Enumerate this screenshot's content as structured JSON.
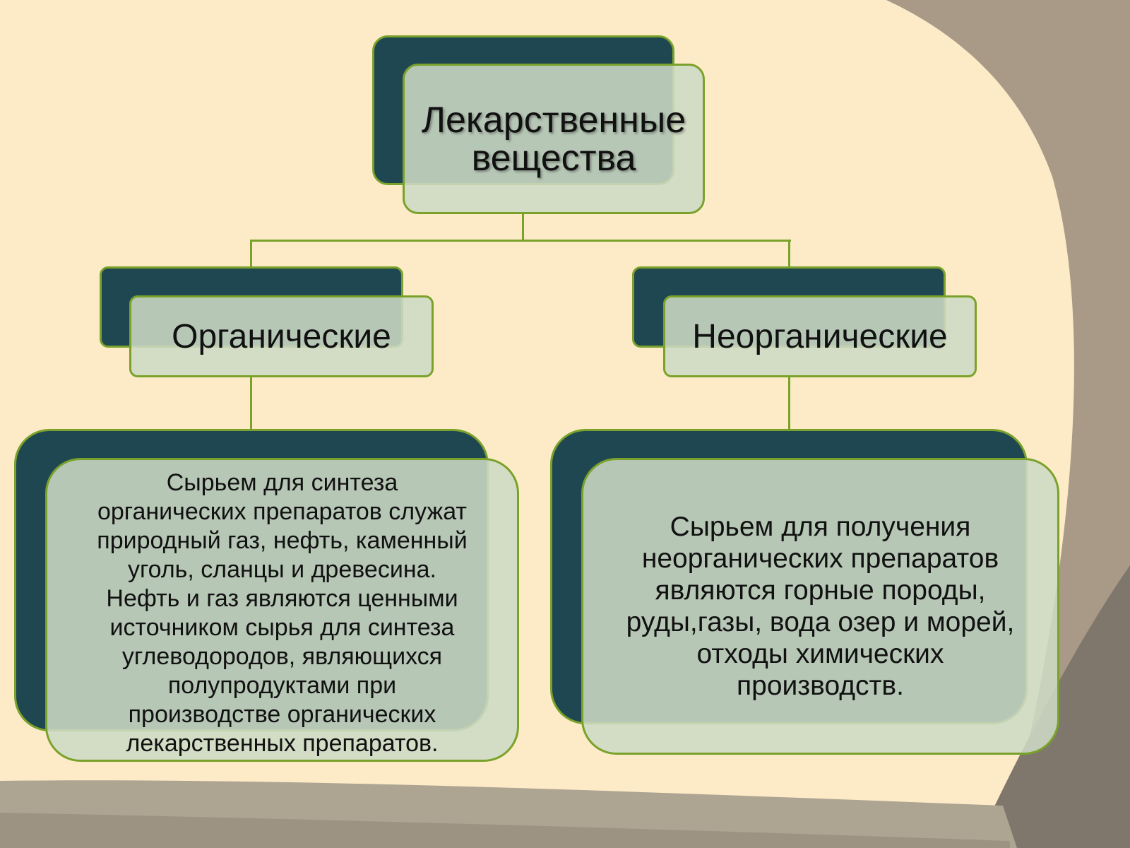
{
  "root": {
    "label_line1": "Лекарственные",
    "label_line2": "вещества"
  },
  "branches": [
    {
      "label": "Органические",
      "description": "Сырьем для синтеза\nорганических препаратов служат\nприродный газ, нефть, каменный\nуголь, сланцы и древесина.\nНефть и газ являются ценными\nисточником сырья для синтеза\nуглеводородов, являющихся\nполупродуктами при\nпроизводстве органических\nлекарственных препаратов."
    },
    {
      "label": "Неорганические",
      "description": "Сырьем для получения\nнеорганических препаратов\nявляются горные породы,\nруды,газы, вода озер и морей,\nотходы химических\nпроизводств."
    }
  ],
  "colors": {
    "background": "#fdebc8",
    "dark_box": "#1f4752",
    "light_box": "#cddac4",
    "border": "#7aa22a"
  }
}
